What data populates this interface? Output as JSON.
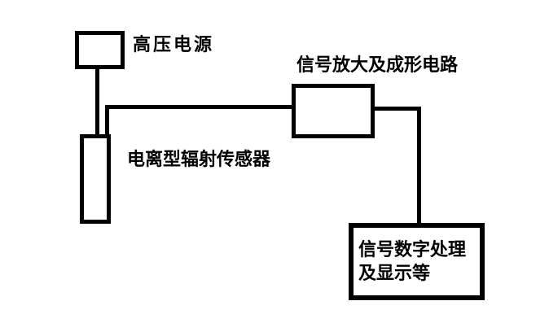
{
  "diagram": {
    "background_color": "#ffffff",
    "line_color": "#000000",
    "blocks": {
      "power": {
        "label": "高压电源"
      },
      "sensor": {
        "label": "电离型辐射传感器"
      },
      "amplifier": {
        "label": "信号放大及成形电路"
      },
      "processor": {
        "label_line1": "信号数字处理",
        "label_line2": "及显示等"
      }
    }
  }
}
